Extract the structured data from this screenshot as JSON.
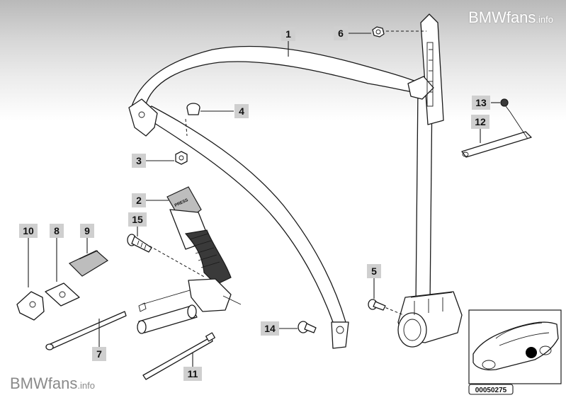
{
  "watermark": {
    "brand": "BMWfans",
    "suffix": ".info"
  },
  "callouts": [
    "1",
    "2",
    "3",
    "4",
    "5",
    "6",
    "7",
    "8",
    "9",
    "10",
    "11",
    "12",
    "13",
    "14",
    "15"
  ],
  "reference_code": "00050275",
  "buckle_text": "PRESS"
}
